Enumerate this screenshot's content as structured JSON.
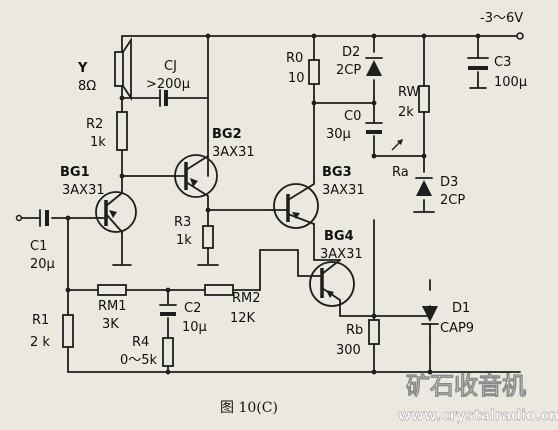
{
  "supply": "-3～6V",
  "speaker": {
    "ref": "Y",
    "value": "8Ω"
  },
  "cj": {
    "ref": "CJ",
    "value": ">200μ"
  },
  "r2": {
    "ref": "R2",
    "value": "1k"
  },
  "bg1": {
    "ref": "BG1",
    "part": "3AX31"
  },
  "bg2": {
    "ref": "BG2",
    "part": "3AX31"
  },
  "bg3": {
    "ref": "BG3",
    "part": "3AX31"
  },
  "bg4": {
    "ref": "BG4",
    "part": "3AX31"
  },
  "r3": {
    "ref": "R3",
    "value": "1k"
  },
  "c1": {
    "ref": "C1",
    "value": "20μ"
  },
  "r1": {
    "ref": "R1",
    "value": "2 k"
  },
  "rm1": {
    "ref": "RM1",
    "value": "3K"
  },
  "c2": {
    "ref": "C2",
    "value": "10μ"
  },
  "r4": {
    "ref": "R4",
    "value": "0～5k"
  },
  "rm2": {
    "ref": "RM2",
    "value": "12K"
  },
  "r0": {
    "ref": "R0",
    "value": "10"
  },
  "d2": {
    "ref": "D2",
    "part": "2CP"
  },
  "c0": {
    "ref": "C0",
    "value": "30μ"
  },
  "rw": {
    "ref": "RW",
    "value": "2k"
  },
  "ra": {
    "ref": "Ra"
  },
  "d3": {
    "ref": "D3",
    "part": "2CP"
  },
  "c3": {
    "ref": "C3",
    "value": "100μ"
  },
  "d1": {
    "ref": "D1",
    "part": "CAP9"
  },
  "rb": {
    "ref": "Rb",
    "value": "300"
  },
  "caption": "图 10(C)",
  "watermark": {
    "title": "矿石收音机",
    "url": "www.crystalradio.cn"
  }
}
